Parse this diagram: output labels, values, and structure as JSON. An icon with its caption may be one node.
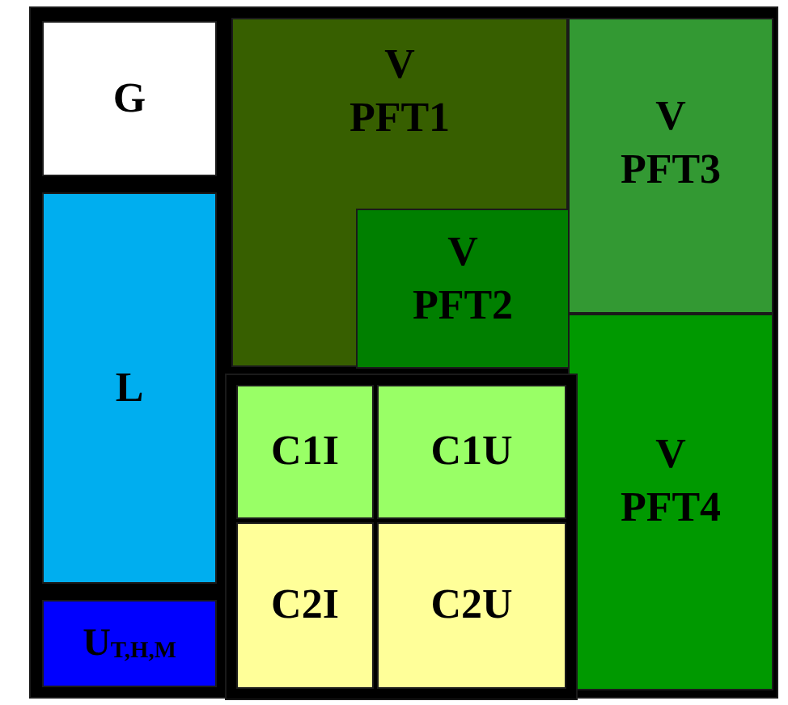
{
  "diagram": {
    "nodes": [
      {
        "text": [],
        "shape": "box"
      },
      {
        "text": [
          "G"
        ],
        "in": 0
      },
      {
        "text": [
          "L"
        ],
        "in": 0
      },
      {
        "text": [
          "U$_{T,H,M}$"
        ],
        "in": 0
      },
      {
        "text": [
          "V PFT1"
        ],
        "in": 0
      },
      {
        "text": [
          "V PFT2"
        ],
        "in": 4
      },
      {
        "text": [
          "V PFT3"
        ],
        "in": 0
      },
      {
        "text": [
          "V PFT4"
        ],
        "in": 0
      },
      {
        "text": [],
        "shape": "box",
        "in": 0
      },
      {
        "text": [
          "C1I"
        ],
        "in": 8
      },
      {
        "text": [
          "C1U"
        ],
        "in": 8
      },
      {
        "text": [
          "C2I"
        ],
        "in": 8
      },
      {
        "text": [
          "C2U"
        ],
        "in": 8
      }
    ]
  }
}
